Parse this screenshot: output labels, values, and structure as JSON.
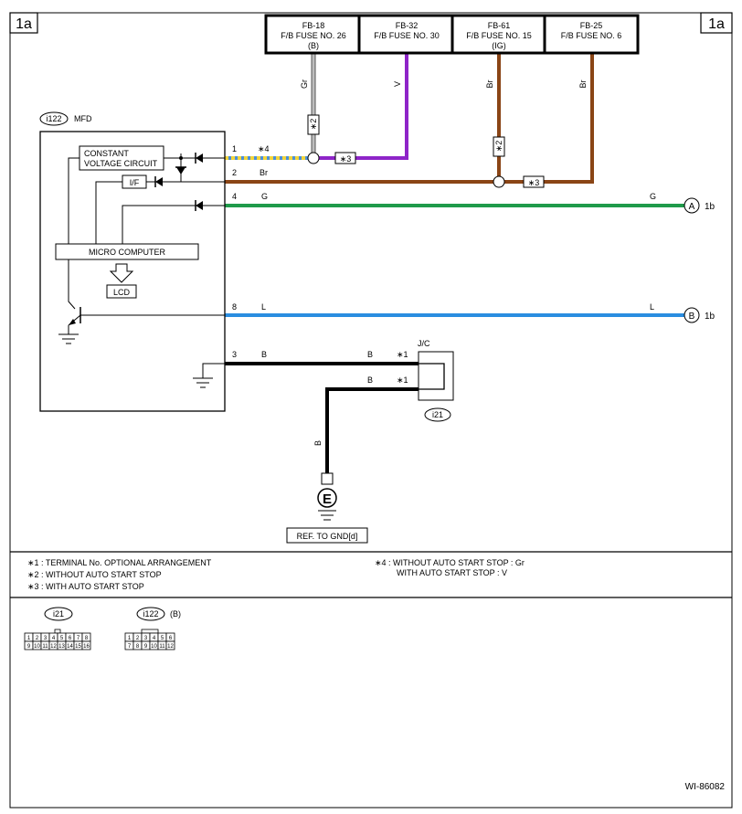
{
  "page": {
    "corner_left": "1a",
    "corner_right": "1a",
    "doc_id": "WI-86082"
  },
  "fuses": [
    {
      "id": "FB-18",
      "name": "F/B FUSE NO. 26",
      "sub": "(B)"
    },
    {
      "id": "FB-32",
      "name": "F/B FUSE NO. 30",
      "sub": ""
    },
    {
      "id": "FB-61",
      "name": "F/B FUSE NO. 15",
      "sub": "(IG)"
    },
    {
      "id": "FB-25",
      "name": "F/B FUSE NO. 6",
      "sub": ""
    }
  ],
  "wire_colors": {
    "fb18": "Gr",
    "fb32": "V",
    "fb61": "Br",
    "fb25": "Br"
  },
  "mfd": {
    "connector": "i122",
    "name": "MFD",
    "constant_voltage_l1": "CONSTANT",
    "constant_voltage_l2": "VOLTAGE CIRCUIT",
    "interface": "I/F",
    "micro": "MICRO COMPUTER",
    "lcd": "LCD"
  },
  "notes_marks": {
    "n1": "∗1",
    "n2": "∗2",
    "n3": "∗3",
    "n4": "∗4"
  },
  "pins": [
    {
      "pin": "1",
      "color": "",
      "note": "∗4"
    },
    {
      "pin": "2",
      "color": "Br",
      "note": ""
    },
    {
      "pin": "4",
      "color": "G",
      "note": ""
    },
    {
      "pin": "8",
      "color": "L",
      "note": ""
    },
    {
      "pin": "3",
      "color": "B",
      "note": ""
    }
  ],
  "right_labels": {
    "g": "G",
    "l": "L"
  },
  "connectors_out": [
    {
      "letter": "A",
      "ref": "1b"
    },
    {
      "letter": "B",
      "ref": "1b"
    }
  ],
  "jc": {
    "name": "J/C",
    "connector": "i21",
    "wire_top": "B",
    "wire_bottom": "B"
  },
  "ground": {
    "wire": "B",
    "letter": "E",
    "ref": "REF. TO GND[d]"
  },
  "notes": [
    "∗1  : TERMINAL No. OPTIONAL ARRANGEMENT",
    "∗2  : WITHOUT AUTO START STOP",
    "∗3  : WITH AUTO START STOP",
    "∗4  : WITHOUT AUTO START STOP  : Gr",
    "WITH AUTO START STOP  : V"
  ],
  "connector_views": [
    {
      "id": "i21",
      "sub": "",
      "row1": [
        "1",
        "2",
        "3",
        "4",
        "5",
        "6",
        "7",
        "8"
      ],
      "row2": [
        "9",
        "10",
        "11",
        "12",
        "13",
        "14",
        "15",
        "16"
      ]
    },
    {
      "id": "i122",
      "sub": "(B)",
      "row1": [
        "1",
        "2",
        "3",
        "4",
        "5",
        "6"
      ],
      "row2": [
        "7",
        "8",
        "9",
        "10",
        "11",
        "12"
      ]
    }
  ]
}
